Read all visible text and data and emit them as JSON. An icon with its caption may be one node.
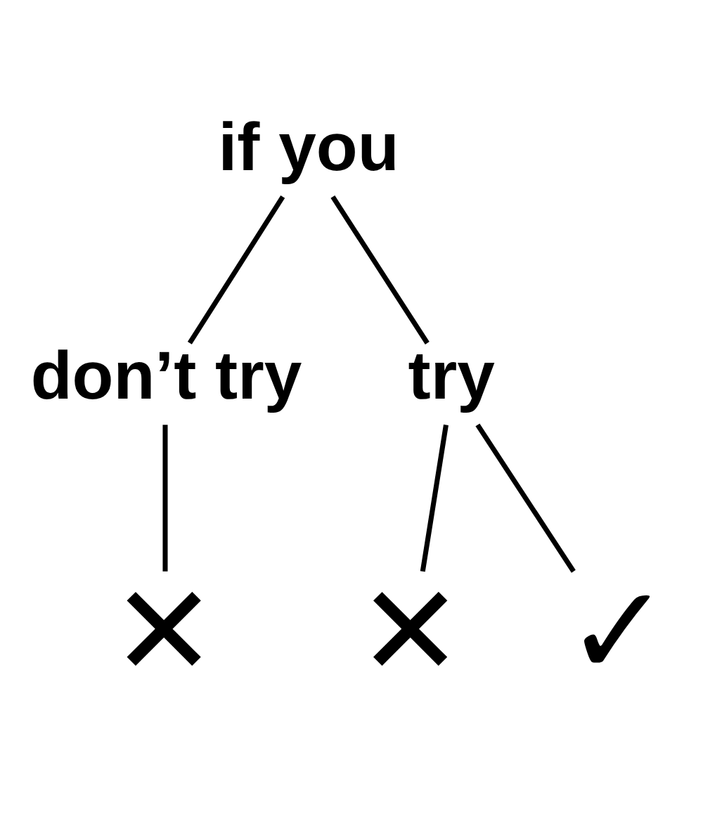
{
  "diagram": {
    "nodes": [
      {
        "text": [
          "if you"
        ]
      },
      {
        "text": [
          "don’t try"
        ]
      },
      {
        "text": [
          "try"
        ]
      },
      {
        "text": [
          "✕"
        ]
      },
      {
        "text": [
          "✕"
        ]
      },
      {
        "text": [
          "✓"
        ]
      }
    ],
    "edges": [
      {
        "from": 0,
        "to": 1,
        "arrow": "none"
      },
      {
        "from": 0,
        "to": 2,
        "arrow": "none"
      },
      {
        "from": 1,
        "to": 3,
        "arrow": "none"
      },
      {
        "from": 2,
        "to": 4,
        "arrow": "none"
      },
      {
        "from": 2,
        "to": 5,
        "arrow": "none"
      }
    ]
  }
}
